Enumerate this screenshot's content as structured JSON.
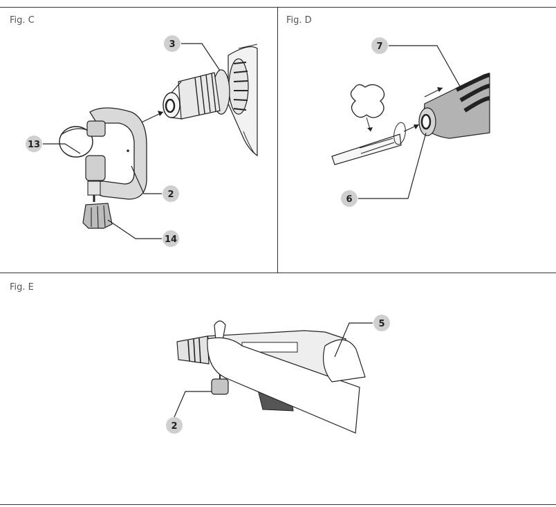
{
  "figures": {
    "c": {
      "label": "Fig. C"
    },
    "d": {
      "label": "Fig. D"
    },
    "e": {
      "label": "Fig. E"
    }
  },
  "callouts": {
    "c_3": "3",
    "c_13": "13",
    "c_2": "2",
    "c_14": "14",
    "d_7": "7",
    "d_6": "6",
    "e_5": "5",
    "e_2": "2"
  },
  "colors": {
    "callout_fill": "#cfcfcf",
    "line": "#222222",
    "tool_fill": "#e4e4e4",
    "tool_dark": "#3a3a3a"
  }
}
